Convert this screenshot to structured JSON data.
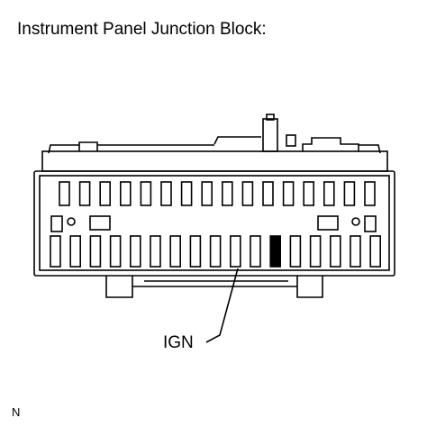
{
  "diagram": {
    "title": "Instrument Panel Junction Block:",
    "callout_label": "IGN",
    "corner_code": "N",
    "connector": {
      "top_row_terminals": 16,
      "bottom_row_terminals": 17,
      "highlighted_row": "bottom",
      "highlighted_index": 11
    },
    "colors": {
      "line": "#000000",
      "background": "#ffffff",
      "highlight": "#000000"
    }
  }
}
